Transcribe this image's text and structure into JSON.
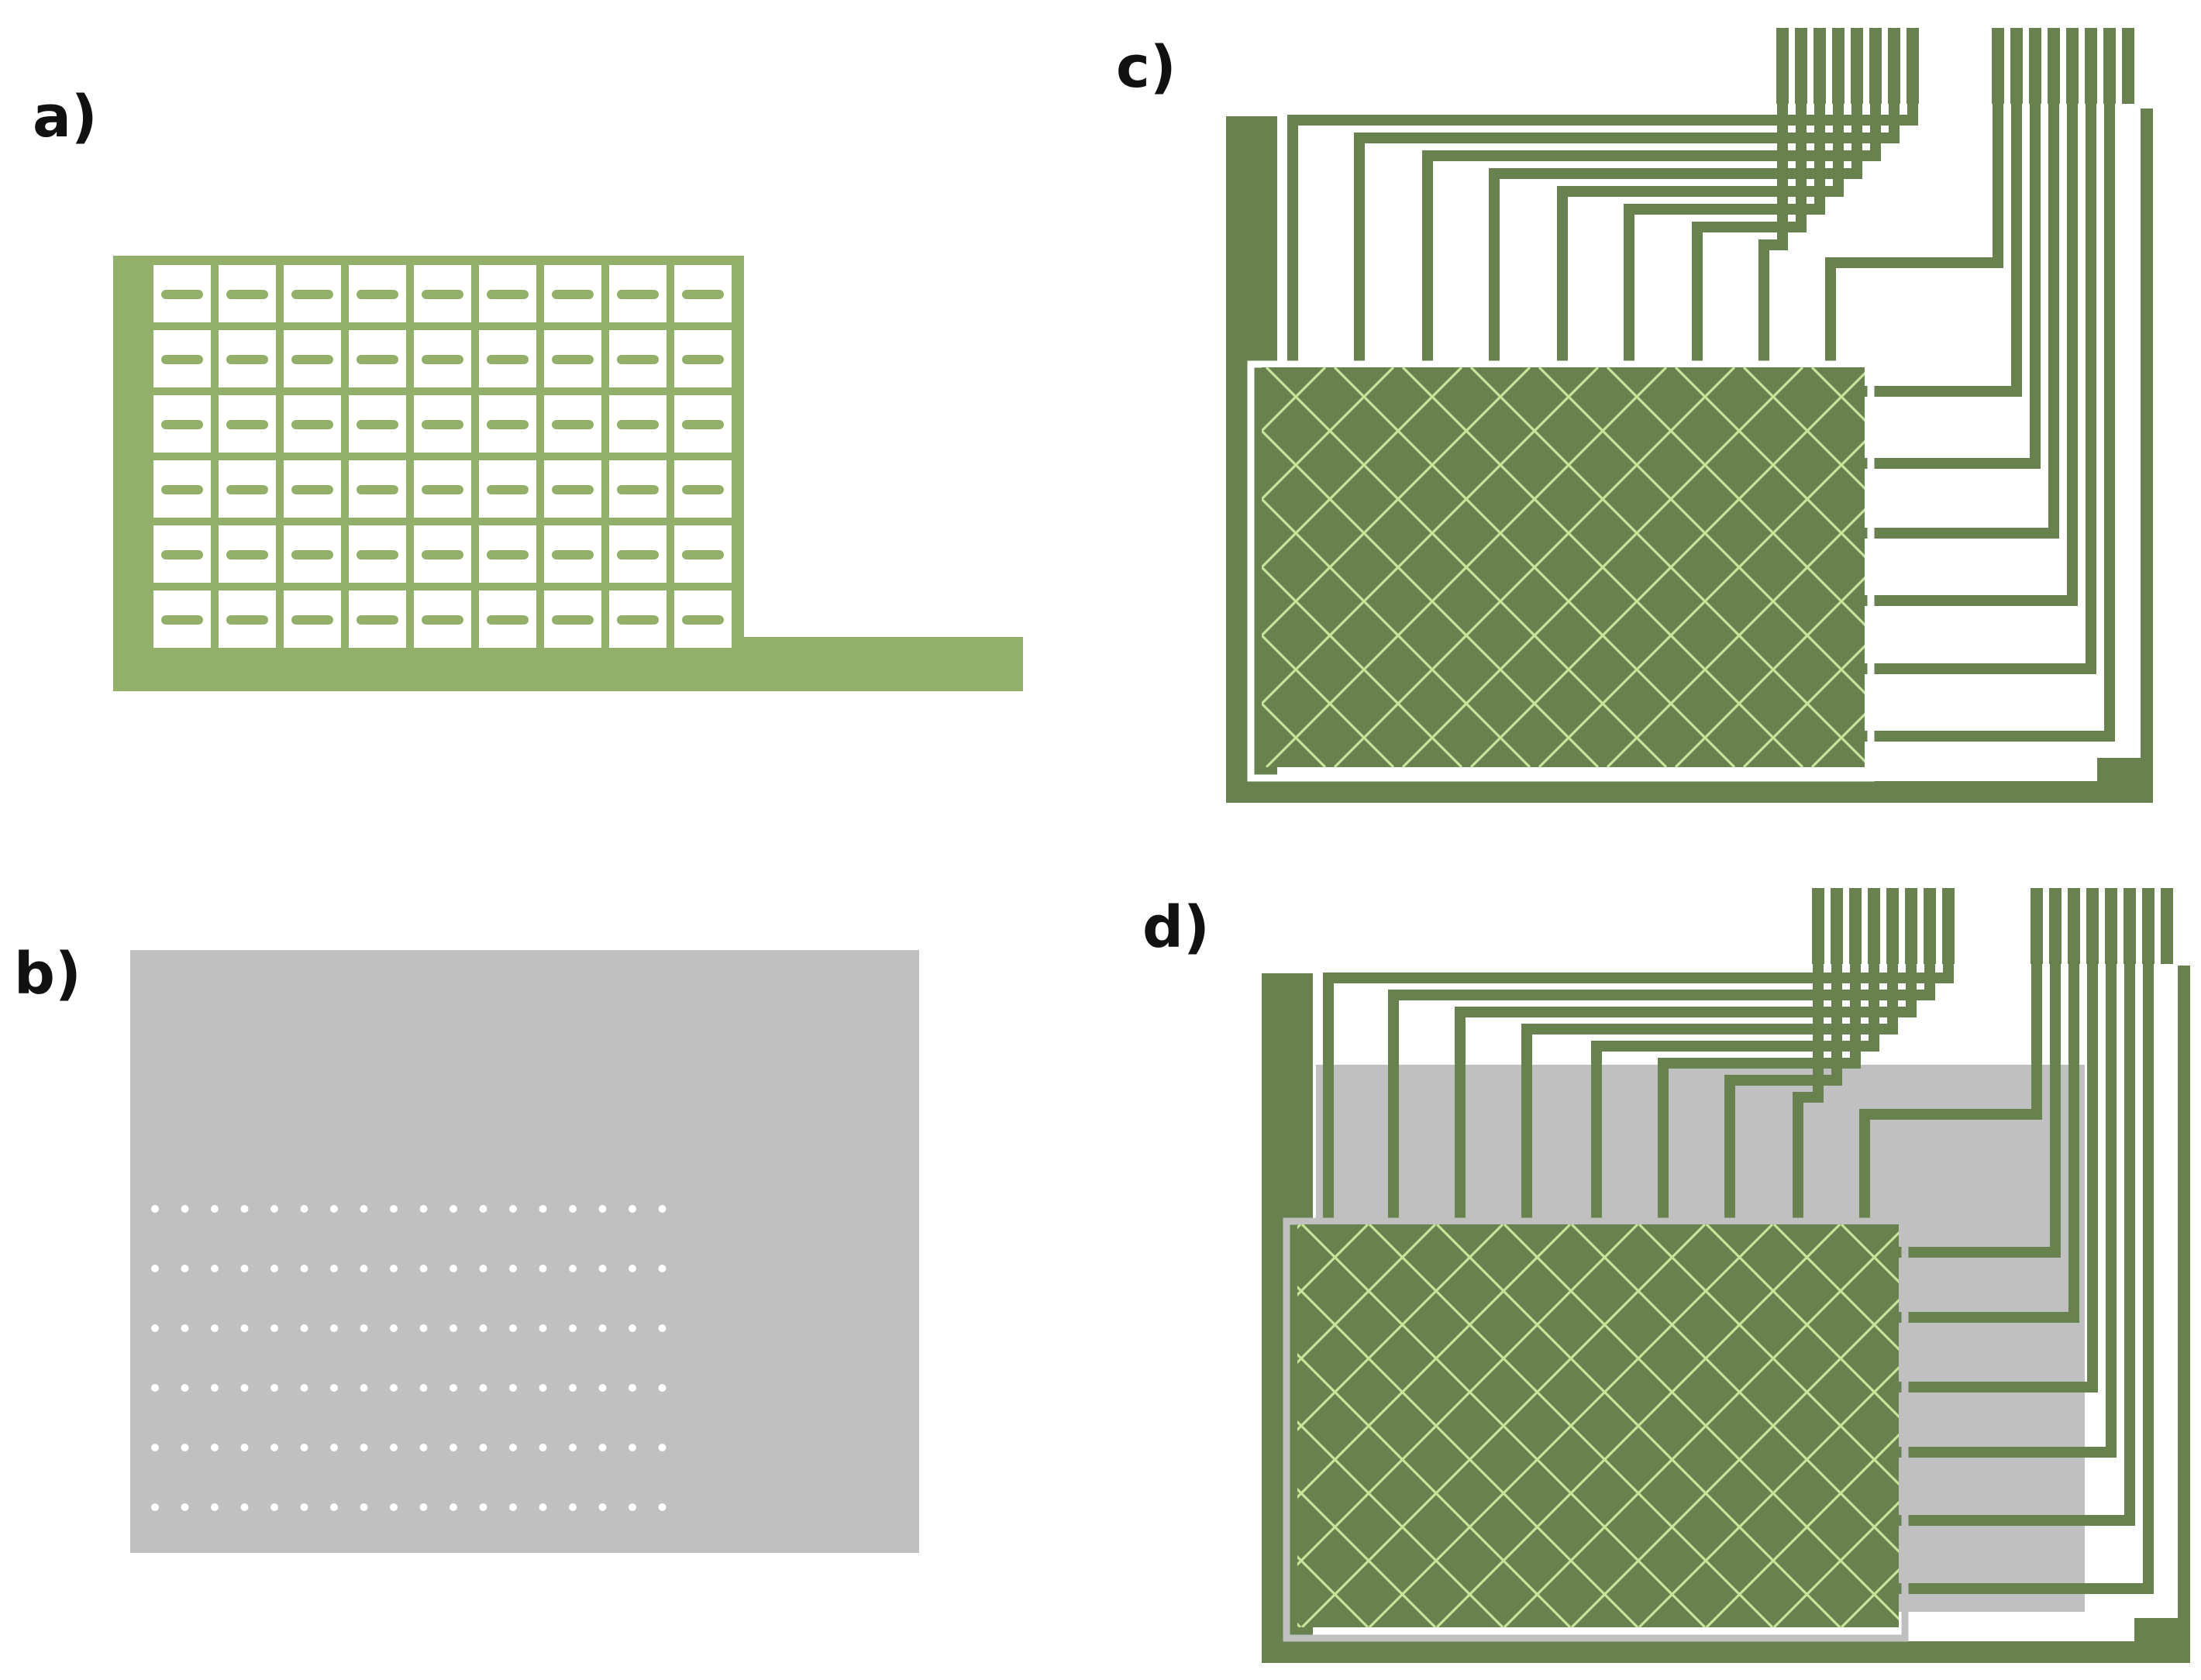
{
  "panels": [
    {
      "id": "a",
      "label": "a)"
    },
    {
      "id": "b",
      "label": "b)"
    },
    {
      "id": "c",
      "label": "c)"
    },
    {
      "id": "d",
      "label": "d)"
    }
  ],
  "grid": {
    "rows": 6,
    "cols": 9,
    "dot_cols": 18
  },
  "colors": {
    "light_green": "#93b06a",
    "dark_green": "#68814e",
    "mesh_line": "#c6e49a",
    "gray": "#c0c0c0",
    "white": "#ffffff",
    "dot": "#ffffff"
  }
}
